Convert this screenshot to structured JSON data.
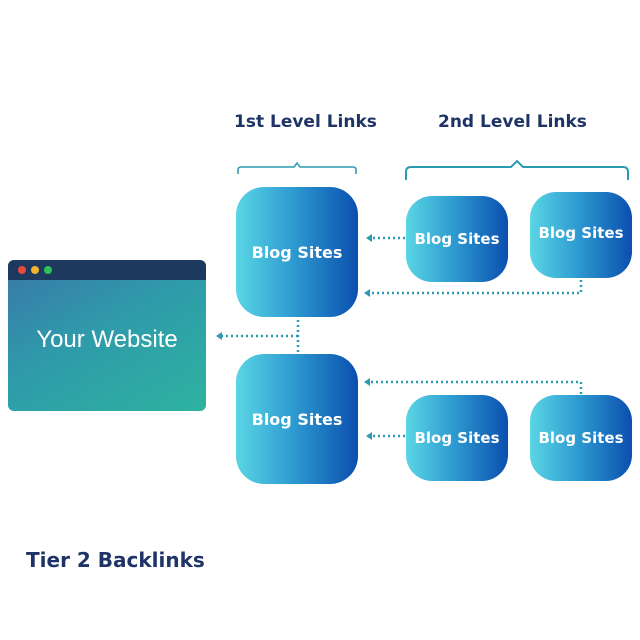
{
  "headings": {
    "first_level": "1st Level Links",
    "second_level": "2nd Level Links",
    "caption": "Tier 2 Backlinks"
  },
  "website": {
    "title": "Your Website",
    "window_dots": [
      "#e8483f",
      "#f2b230",
      "#2dbf5c"
    ],
    "bar_color": "#1d3a5e"
  },
  "first_level_nodes": [
    {
      "label": "Blog Sites"
    },
    {
      "label": "Blog Sites"
    }
  ],
  "second_level_nodes": [
    {
      "label": "Blog Sites"
    },
    {
      "label": "Blog Sites"
    },
    {
      "label": "Blog Sites"
    },
    {
      "label": "Blog Sites"
    }
  ],
  "colors": {
    "heading": "#1f3466",
    "connector": "#2a9bb0",
    "node_gradient": [
      "#5ad6e4",
      "#0b4fae"
    ]
  }
}
